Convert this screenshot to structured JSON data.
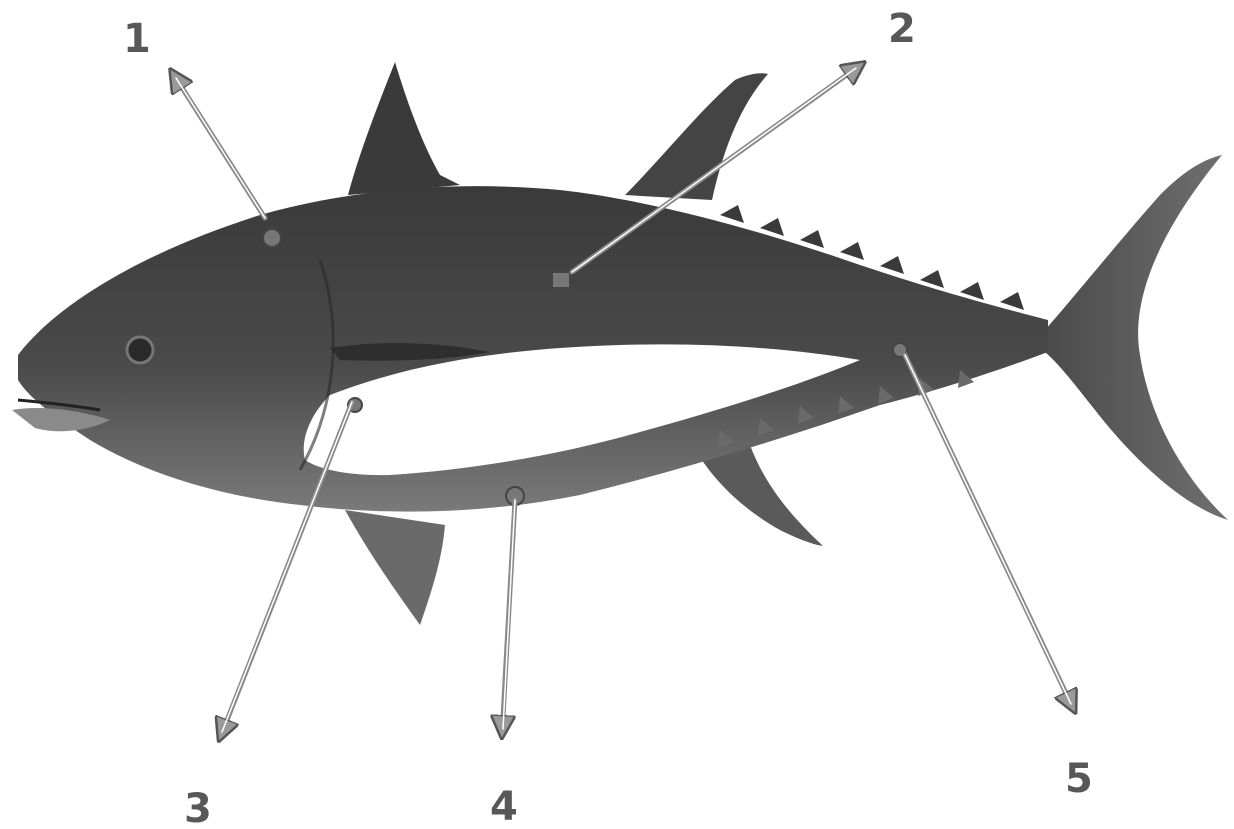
{
  "diagram": {
    "callouts": [
      {
        "label": "1"
      },
      {
        "label": "2"
      },
      {
        "label": "3"
      },
      {
        "label": "4"
      },
      {
        "label": "5"
      }
    ]
  },
  "colors": {
    "fish_dark": "#3c3c3c",
    "fish_mid": "#6e6e6e",
    "belly": "#ffffff",
    "arrow": "#8a8a8a",
    "label": "#585858"
  }
}
